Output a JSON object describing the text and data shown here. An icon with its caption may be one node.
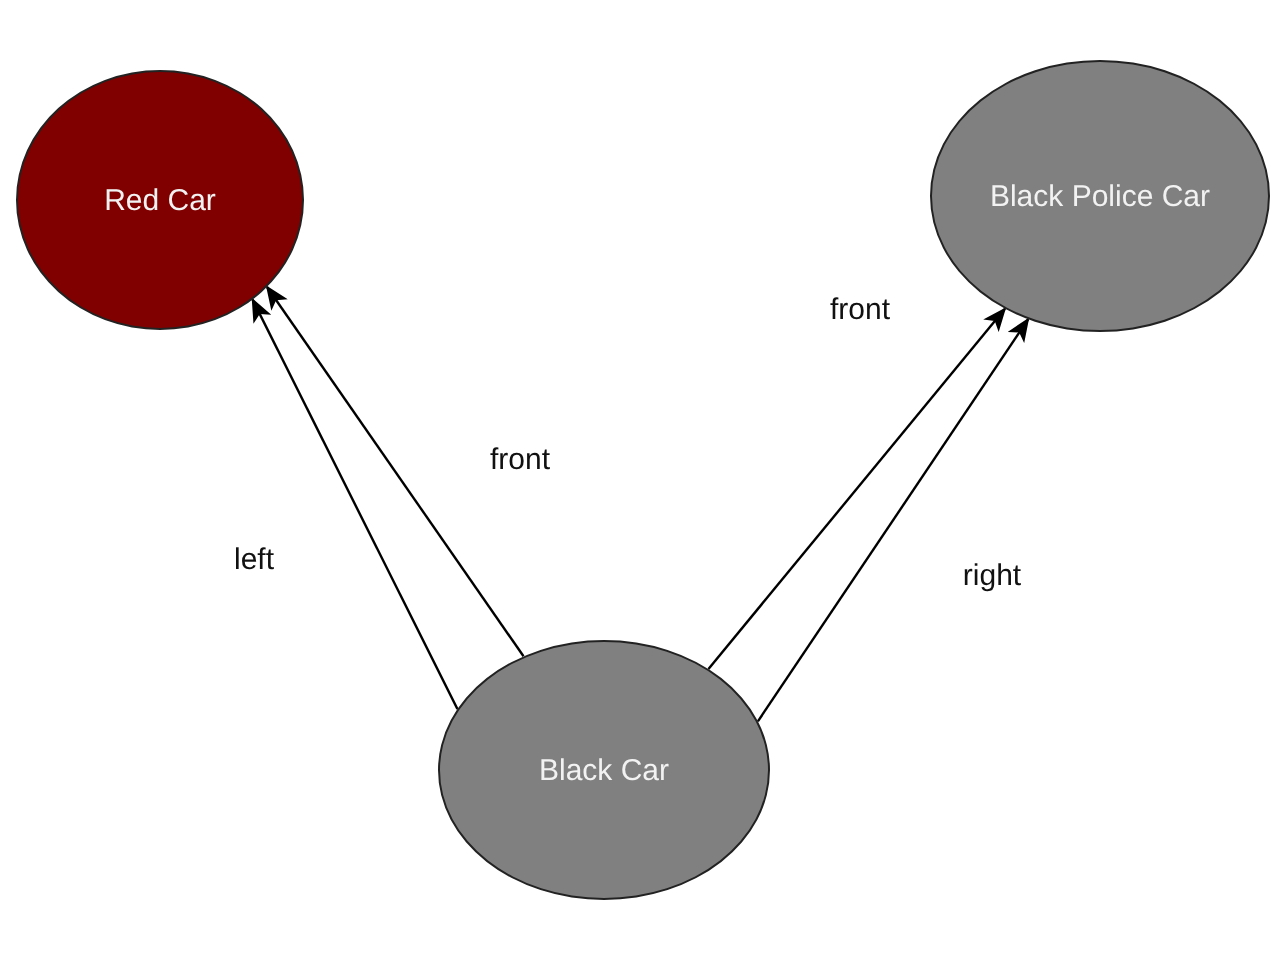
{
  "diagram": {
    "nodes": [
      {
        "text": [
          "Red Car"
        ]
      },
      {
        "text": [
          "Black Police Car"
        ]
      },
      {
        "text": [
          "Black Car"
        ]
      }
    ],
    "edges": [
      {
        "from": 2,
        "to": 0,
        "arrow": "to",
        "label": "left"
      },
      {
        "from": 2,
        "to": 0,
        "arrow": "to",
        "label": "front"
      },
      {
        "from": 2,
        "to": 1,
        "arrow": "to",
        "label": "front"
      },
      {
        "from": 2,
        "to": 1,
        "arrow": "to",
        "label": "right"
      }
    ]
  }
}
